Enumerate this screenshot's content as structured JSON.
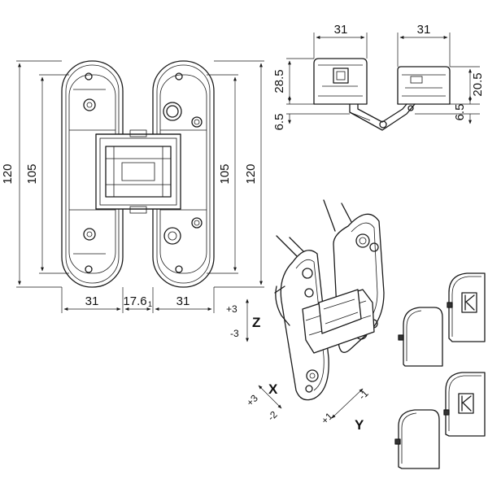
{
  "front_view": {
    "dim_width_left": "31",
    "dim_gap": "17.6",
    "dim_gap_suffix": "1",
    "dim_width_right": "31",
    "dim_height_outer_left": "120",
    "dim_height_inner_left": "105",
    "dim_height_inner_right": "105",
    "dim_height_outer_right": "120"
  },
  "top_view": {
    "dim_width_left": "31",
    "dim_width_right": "31",
    "dim_depth_left": "28.5",
    "dim_offset_left": "6.5",
    "dim_depth_right": "20.5",
    "dim_offset_right": "6.5"
  },
  "adjustment": {
    "z_axis": "Z",
    "z_plus": "+3",
    "z_minus": "-3",
    "x_axis": "X",
    "x_plus": "+3",
    "x_minus": "-2",
    "y_axis": "Y",
    "y_plus": "+1",
    "y_minus": "-1"
  }
}
